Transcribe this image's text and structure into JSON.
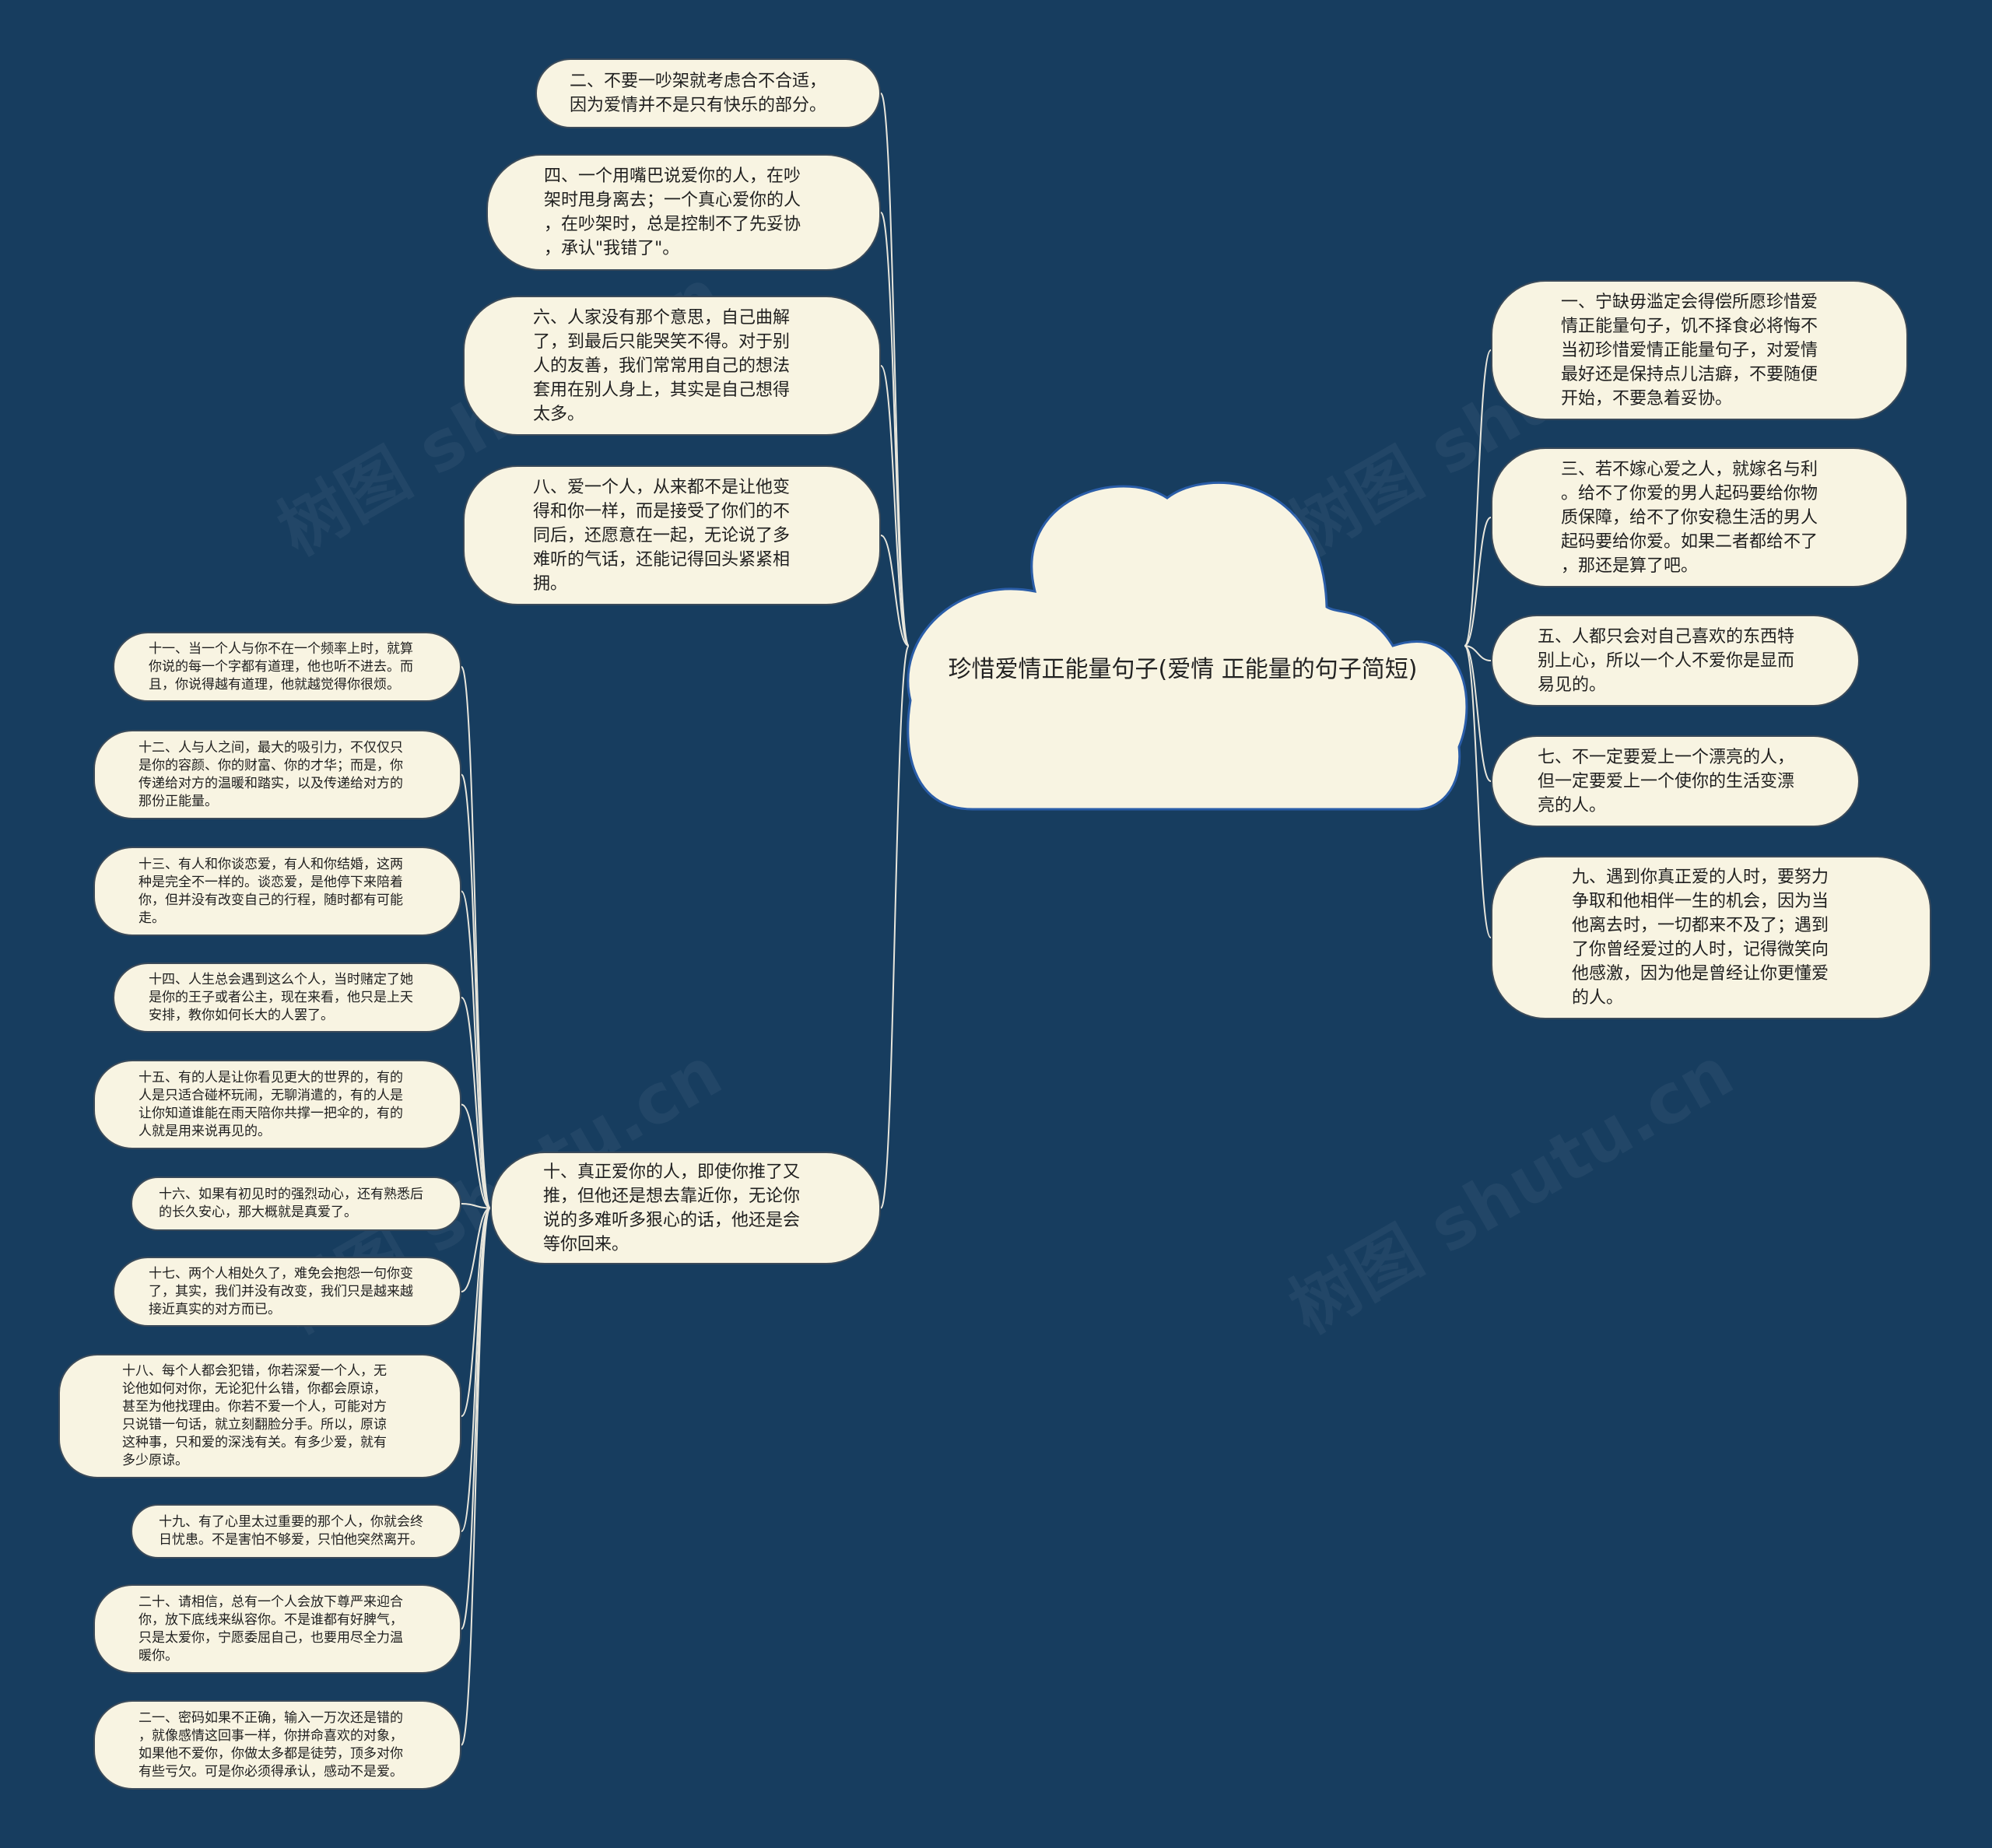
{
  "center": {
    "title": "珍惜爱情正能量句子(爱情\n正能量的句子简短)"
  },
  "watermark": "树图 shutu.cn",
  "colors": {
    "background": "#173d5f",
    "node_fill": "#f8f4e2",
    "link": "#e8e6dc",
    "center_outline": "#2a5da8"
  },
  "left_topics": [
    {
      "text": "二、不要一吵架就考虑合不合适，\n因为爱情并不是只有快乐的部分。"
    },
    {
      "text": "四、一个用嘴巴说爱你的人，在吵\n架时甩身离去；一个真心爱你的人\n，在吵架时，总是控制不了先妥协\n，承认\"我错了\"。"
    },
    {
      "text": "六、人家没有那个意思，自己曲解\n了，到最后只能哭笑不得。对于别\n人的友善，我们常常用自己的想法\n套用在别人身上，其实是自己想得\n太多。"
    },
    {
      "text": "八、爱一个人，从来都不是让他变\n得和你一样，而是接受了你们的不\n同后，还愿意在一起，无论说了多\n难听的气话，还能记得回头紧紧相\n拥。"
    },
    {
      "text": "十、真正爱你的人，即使你推了又\n推，但他还是想去靠近你，无论你\n说的多难听多狠心的话，他还是会\n等你回来。"
    }
  ],
  "right_topics": [
    {
      "text": "一、宁缺毋滥定会得偿所愿珍惜爱\n情正能量句子，饥不择食必将悔不\n当初珍惜爱情正能量句子，对爱情\n最好还是保持点儿洁癖，不要随便\n开始，不要急着妥协。"
    },
    {
      "text": "三、若不嫁心爱之人，就嫁名与利\n。给不了你爱的男人起码要给你物\n质保障，给不了你安稳生活的男人\n起码要给你爱。如果二者都给不了\n，那还是算了吧。"
    },
    {
      "text": "五、人都只会对自己喜欢的东西特\n别上心，所以一个人不爱你是显而\n易见的。"
    },
    {
      "text": "七、不一定要爱上一个漂亮的人，\n但一定要爱上一个使你的生活变漂\n亮的人。"
    },
    {
      "text": "九、遇到你真正爱的人时，要努力\n争取和他相伴一生的机会，因为当\n他离去时，一切都来不及了；遇到\n了你曾经爱过的人时，记得微笑向\n他感激，因为他是曾经让你更懂爱\n的人。"
    }
  ],
  "sub_topics": [
    {
      "text": "十一、当一个人与你不在一个频率上时，就算\n你说的每一个字都有道理，他也听不进去。而\n且，你说得越有道理，他就越觉得你很烦。"
    },
    {
      "text": "十二、人与人之间，最大的吸引力，不仅仅只\n是你的容颜、你的财富、你的才华；而是，你\n传递给对方的温暖和踏实，以及传递给对方的\n那份正能量。"
    },
    {
      "text": "十三、有人和你谈恋爱，有人和你结婚，这两\n种是完全不一样的。谈恋爱，是他停下来陪着\n你，但并没有改变自己的行程，随时都有可能\n走。"
    },
    {
      "text": "十四、人生总会遇到这么个人，当时赌定了她\n是你的王子或者公主，现在来看，他只是上天\n安排，教你如何长大的人罢了。"
    },
    {
      "text": "十五、有的人是让你看见更大的世界的，有的\n人是只适合碰杯玩闹，无聊消遣的，有的人是\n让你知道谁能在雨天陪你共撑一把伞的，有的\n人就是用来说再见的。"
    },
    {
      "text": "十六、如果有初见时的强烈动心，还有熟悉后\n的长久安心，那大概就是真爱了。"
    },
    {
      "text": "十七、两个人相处久了，难免会抱怨一句你变\n了，其实，我们并没有改变，我们只是越来越\n接近真实的对方而已。"
    },
    {
      "text": "十八、每个人都会犯错，你若深爱一个人，无\n论他如何对你，无论犯什么错，你都会原谅，\n甚至为他找理由。你若不爱一个人，可能对方\n只说错一句话，就立刻翻脸分手。所以，原谅\n这种事，只和爱的深浅有关。有多少爱，就有\n多少原谅。"
    },
    {
      "text": "十九、有了心里太过重要的那个人，你就会终\n日忧患。不是害怕不够爱，只怕他突然离开。"
    },
    {
      "text": "二十、请相信，总有一个人会放下尊严来迎合\n你，放下底线来纵容你。不是谁都有好脾气，\n只是太爱你，宁愿委屈自己，也要用尽全力温\n暖你。"
    },
    {
      "text": "二一、密码如果不正确，输入一万次还是错的\n，就像感情这回事一样，你拼命喜欢的对象，\n如果他不爱你，你做太多都是徒劳，顶多对你\n有些亏欠。可是你必须得承认，感动不是爱。"
    }
  ]
}
